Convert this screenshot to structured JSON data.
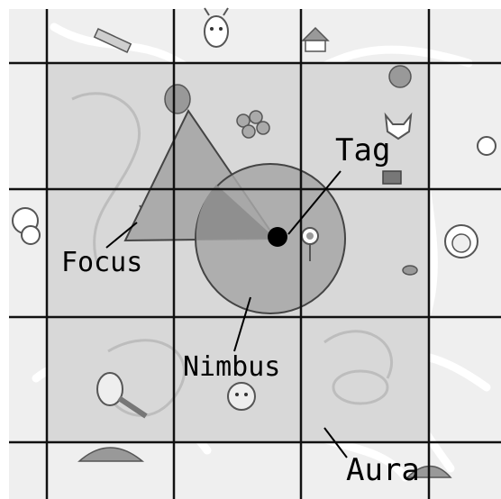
{
  "labels": {
    "tag": "Tag",
    "focus": "Focus",
    "nimbus": "Nimbus",
    "aura": "Aura"
  },
  "colors": {
    "aura_fill": "#d8d8d8",
    "focus_fill": "#ababab",
    "nimbus_fill": "#a7a7a7",
    "grid_line": "#111111",
    "tag_dot": "#000000",
    "map_bg": "#efefef"
  },
  "icons": [
    "giraffe-icon",
    "fox-icon",
    "camel-icon",
    "hut-icon",
    "flower-cluster-icon",
    "lion-icon",
    "monkey-face-icon",
    "palm-icon",
    "rock-icon"
  ]
}
